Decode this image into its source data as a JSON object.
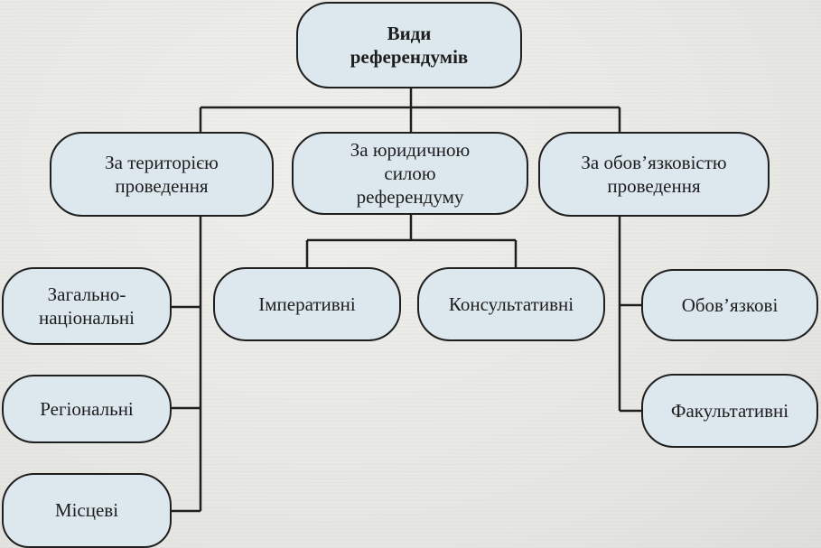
{
  "diagram": {
    "root": "Види\nреферендумів",
    "categories": [
      {
        "label": "За територією\nпроведення",
        "items": [
          "Загально-\nнаціональні",
          "Регіональні",
          "Місцеві"
        ]
      },
      {
        "label": "За юридичною\nсилою\nреферендуму",
        "items": [
          "Імперативні",
          "Консультативні"
        ]
      },
      {
        "label": "За обов’язковістю\nпроведення",
        "items": [
          "Обов’язкові",
          "Факультативні"
        ]
      }
    ]
  },
  "colors": {
    "box_fill": "#dde8ee",
    "stroke": "#1f1f1f",
    "background": "#e9e9e6"
  }
}
